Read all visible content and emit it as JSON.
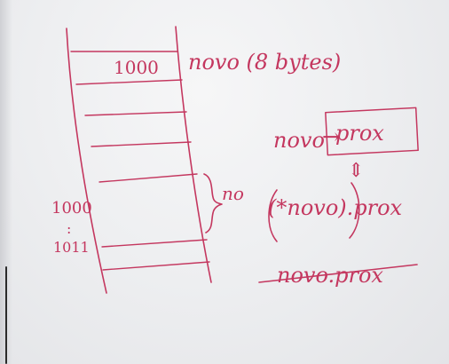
{
  "scene": {
    "description_free": true
  },
  "memory_stack": {
    "cell_value": "1000",
    "note": "novo (8 bytes)",
    "brace_label": "no",
    "address_start": "1000",
    "address_dots": ":",
    "address_end": "1011"
  },
  "expressions": {
    "arrow_form_left": "novo",
    "arrow_symbol": "→",
    "arrow_form_right": "prox",
    "equivalence_symbol": "⇕",
    "deref_form": "(*novo).prox",
    "struck_form": "novo.prox"
  },
  "colors": {
    "ink": "#c4375f",
    "board": "#eeeff1",
    "frame_edge": "#2a2a2a"
  }
}
